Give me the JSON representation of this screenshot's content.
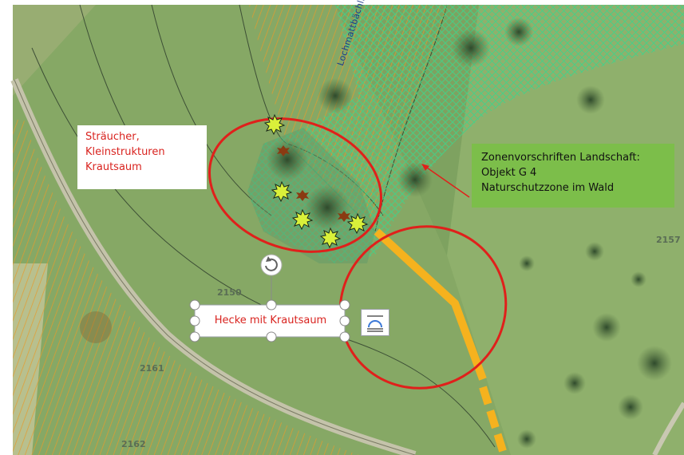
{
  "annotations": {
    "shrubs_label": [
      "Sträucher,",
      "Kleinstrukturen",
      "Krautsaum"
    ],
    "zone_label": [
      "Zonenvorschriften Landschaft:",
      "Objekt G 4",
      "Naturschutzzone im Wald"
    ],
    "hedge_label": "Hecke mit Krautsaum"
  },
  "map": {
    "stream_name": "Lochmattbächli",
    "parcel_numbers": [
      "2150",
      "2161",
      "2162",
      "2157"
    ]
  },
  "colors": {
    "red_outline": "#e0201b",
    "forest_hatch": "#3fd48a",
    "parcel_hatch": "#e89a2a",
    "hedge_line": "#f5b21e",
    "zone_label_bg": "#7cbe4a"
  },
  "icons": {
    "rotate": "rotate-handle-icon",
    "layout": "text-wrap-layout-icon",
    "shrub": "shrub-star-icon",
    "structure": "small-structure-icon"
  }
}
